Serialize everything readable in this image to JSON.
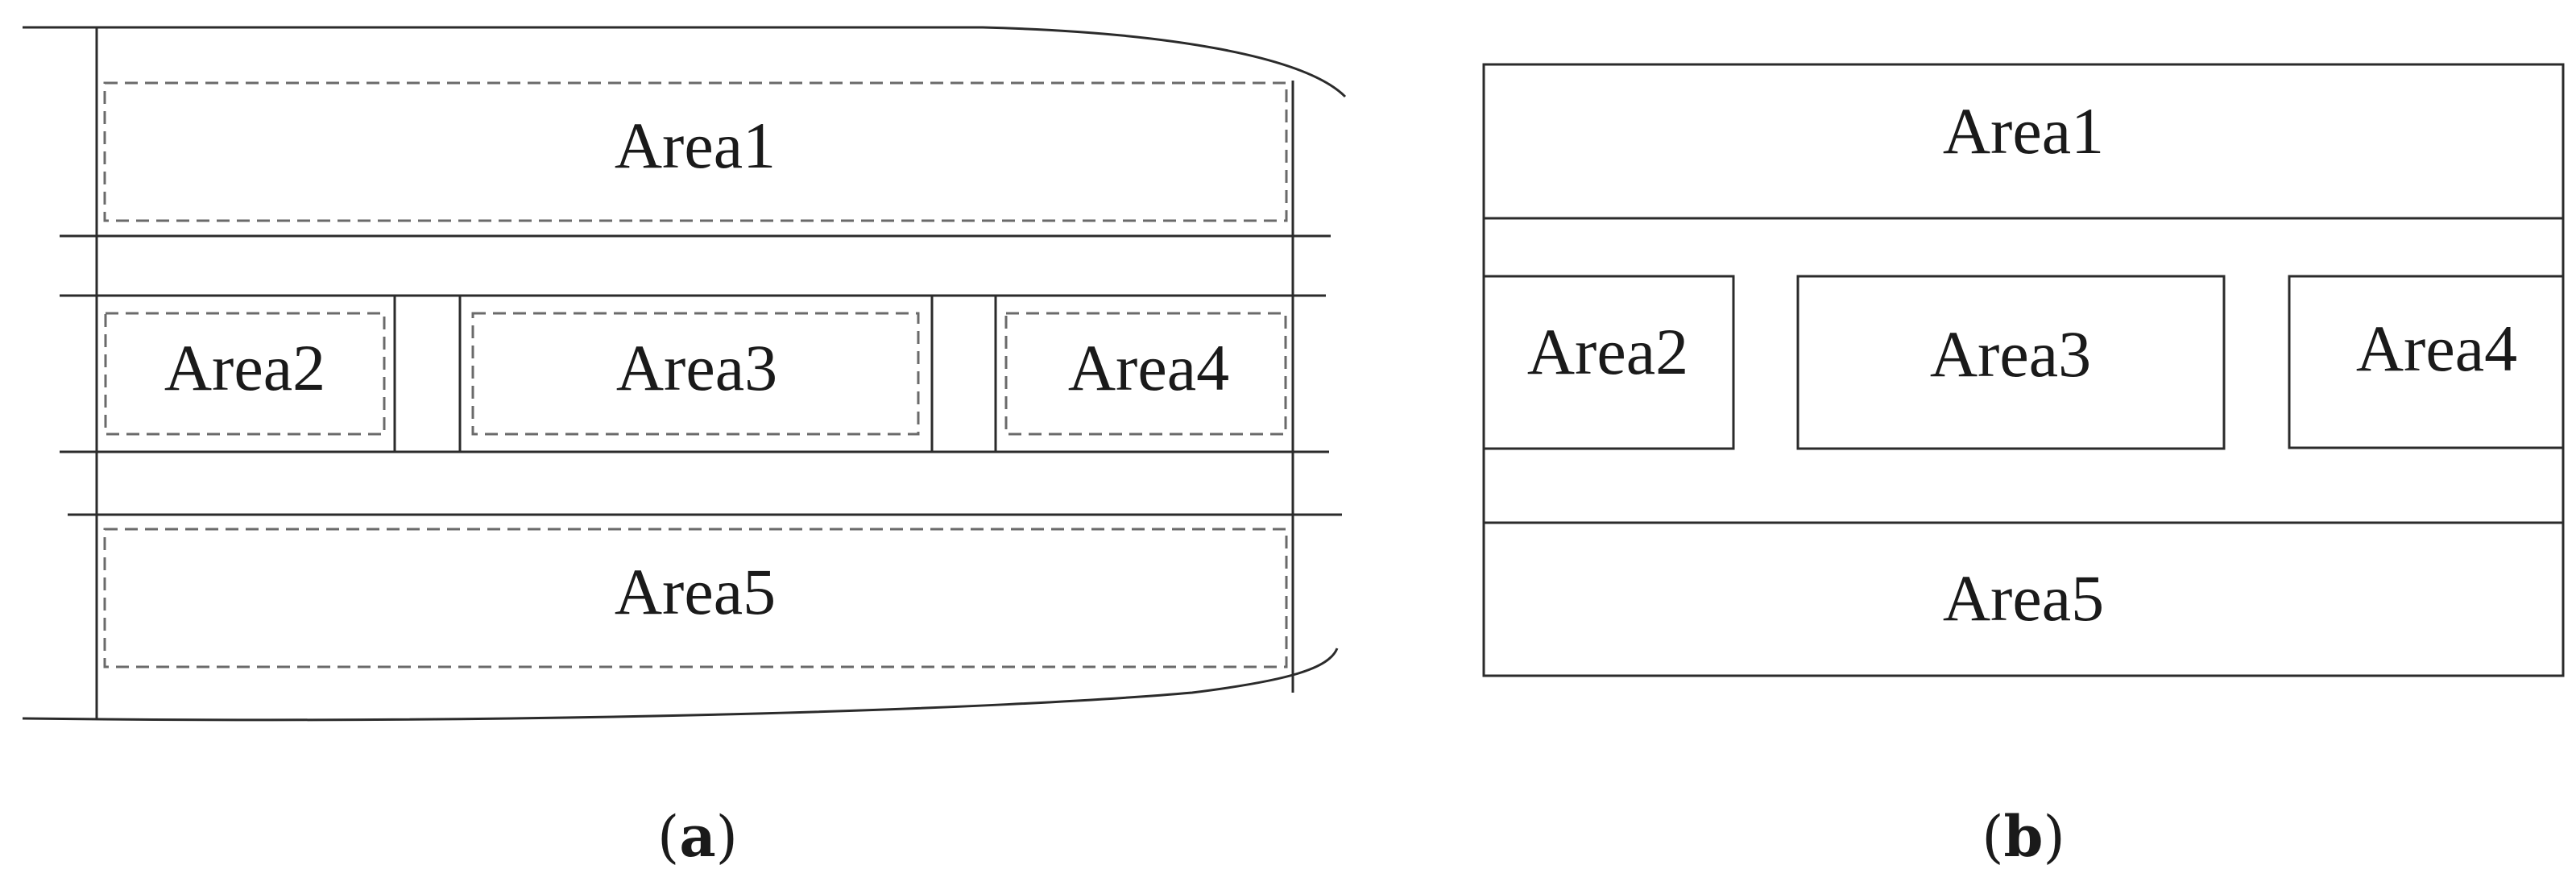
{
  "panel_a": {
    "areas": {
      "area1": "Area1",
      "area2": "Area2",
      "area3": "Area3",
      "area4": "Area4",
      "area5": "Area5"
    },
    "caption": {
      "open": "(",
      "letter": "a",
      "close": ")"
    }
  },
  "panel_b": {
    "areas": {
      "area1": "Area1",
      "area2": "Area2",
      "area3": "Area3",
      "area4": "Area4",
      "area5": "Area5"
    },
    "caption": {
      "open": "(",
      "letter": "b",
      "close": ")"
    }
  },
  "colors": {
    "line": "#2b2b2b",
    "dashed_line": "#6a6a6a",
    "text": "#1a1a1a"
  }
}
